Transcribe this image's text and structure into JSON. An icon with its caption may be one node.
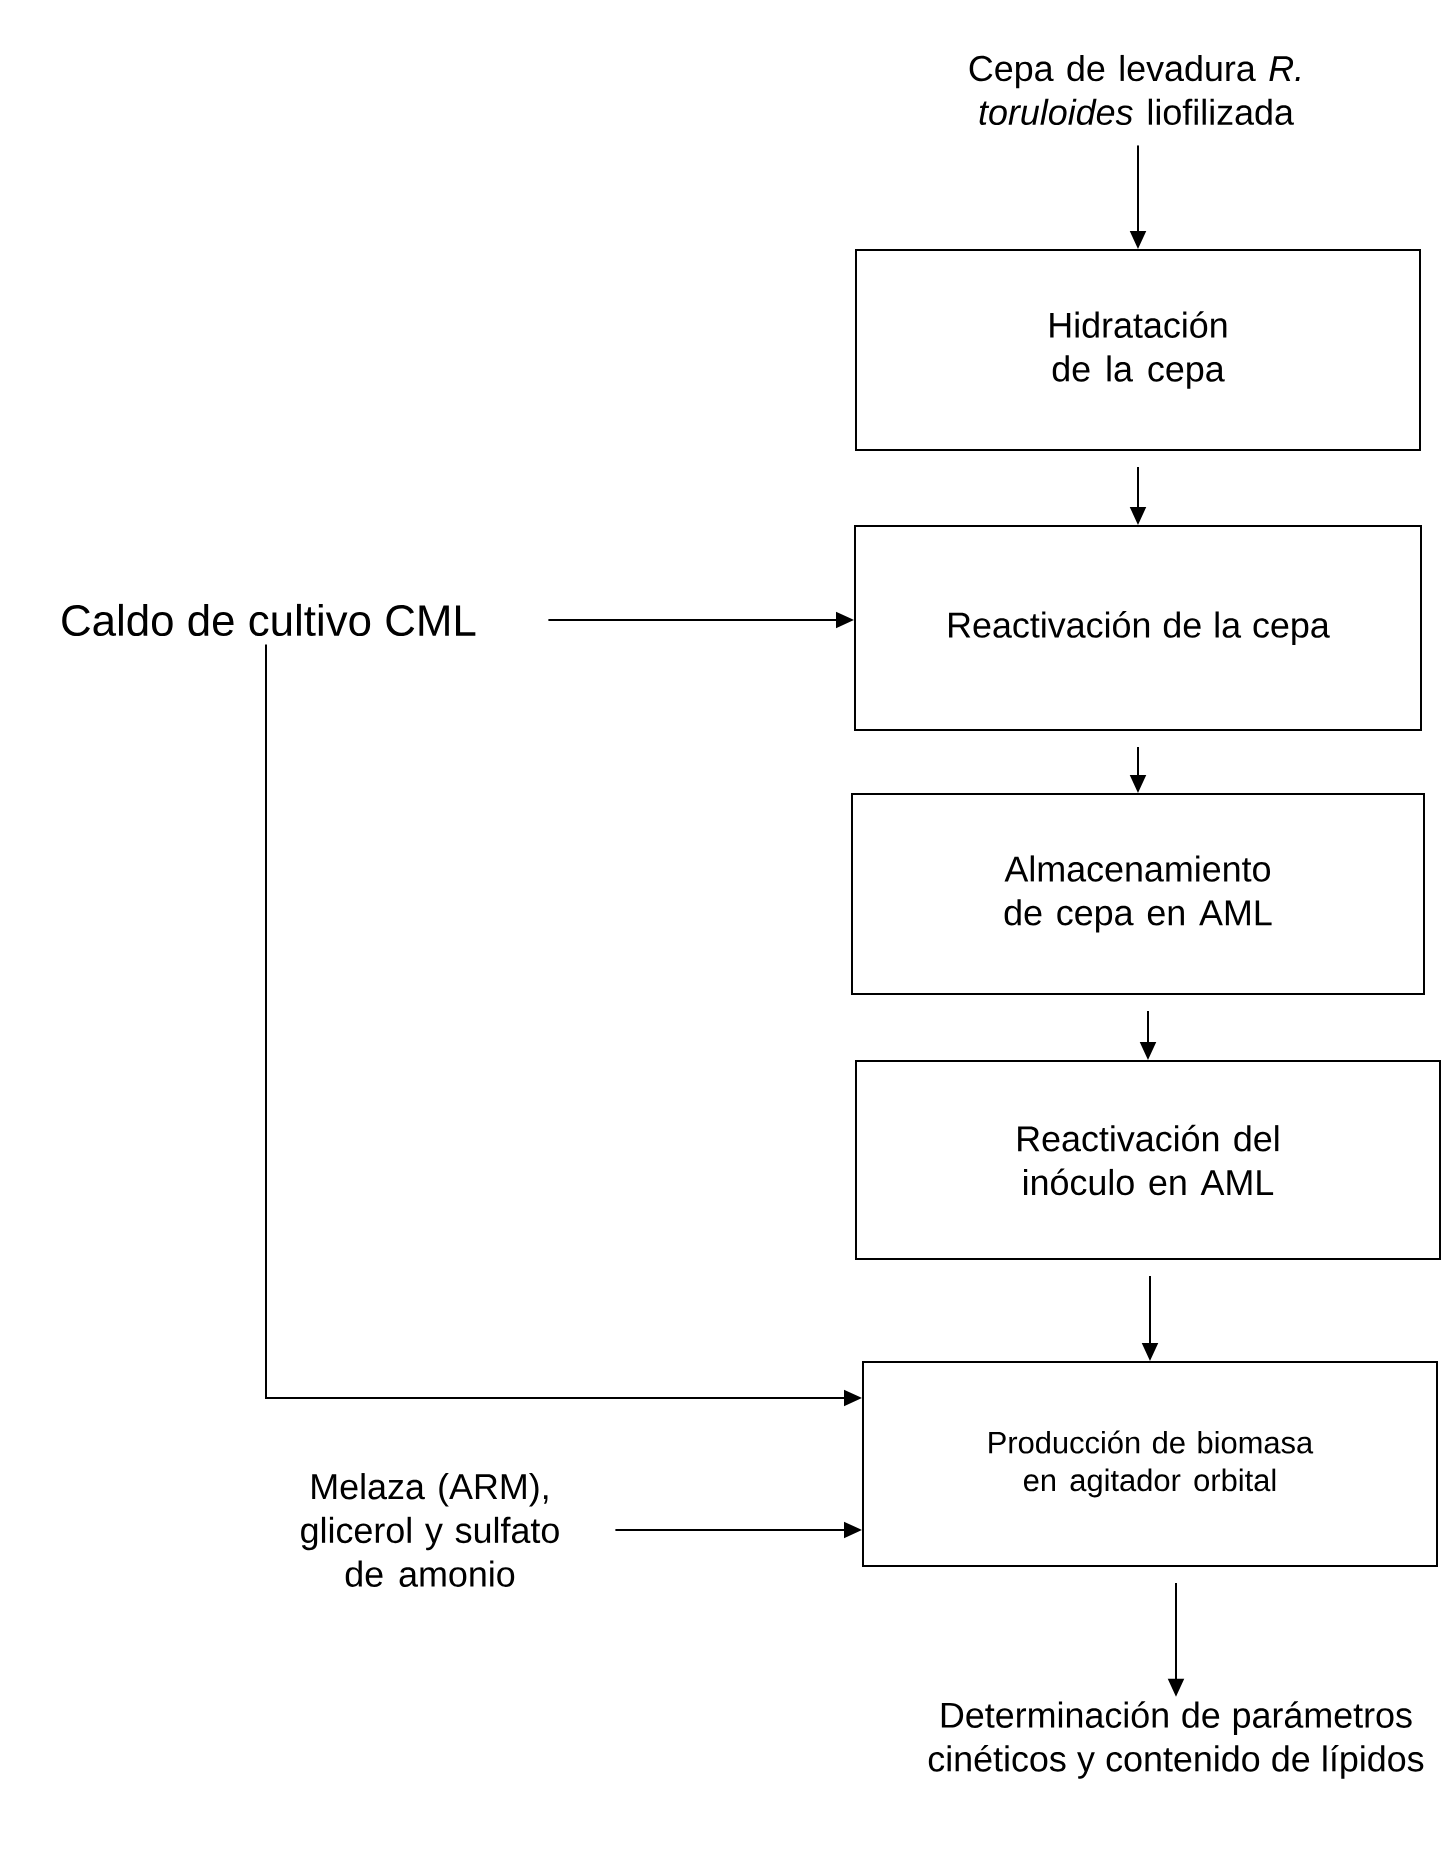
{
  "diagram": {
    "nodes": [
      {
        "text": [
          "Cepa de levadura *R. toruloides* liofilizada"
        ]
      },
      {
        "text": [
          "Hidratación de la cepa"
        ]
      },
      {
        "text": [
          "Reactivación de la cepa"
        ]
      },
      {
        "text": [
          "Almacenamiento de cepa en AML"
        ]
      },
      {
        "text": [
          "Reactivación del inóculo en AML"
        ]
      },
      {
        "text": [
          "Producción de biomasa en agitador orbital"
        ]
      },
      {
        "text": [
          "Determinación de parámetros cinéticos y contenido de lípidos"
        ]
      },
      {
        "text": [
          "Caldo de cultivo CML"
        ]
      },
      {
        "text": [
          "Melaza (ARM), glicerol y sulfato de amonio"
        ]
      }
    ],
    "edges": [
      {
        "from": 0,
        "to": 1,
        "arrow": "to"
      },
      {
        "from": 1,
        "to": 2,
        "arrow": "to"
      },
      {
        "from": 7,
        "to": 2,
        "arrow": "to"
      },
      {
        "from": 2,
        "to": 3,
        "arrow": "to"
      },
      {
        "from": 3,
        "to": 4,
        "arrow": "to"
      },
      {
        "from": 4,
        "to": 5,
        "arrow": "to"
      },
      {
        "from": 7,
        "to": 5,
        "arrow": "to"
      },
      {
        "from": 8,
        "to": 5,
        "arrow": "to"
      },
      {
        "from": 5,
        "to": 6,
        "arrow": "to"
      }
    ]
  }
}
